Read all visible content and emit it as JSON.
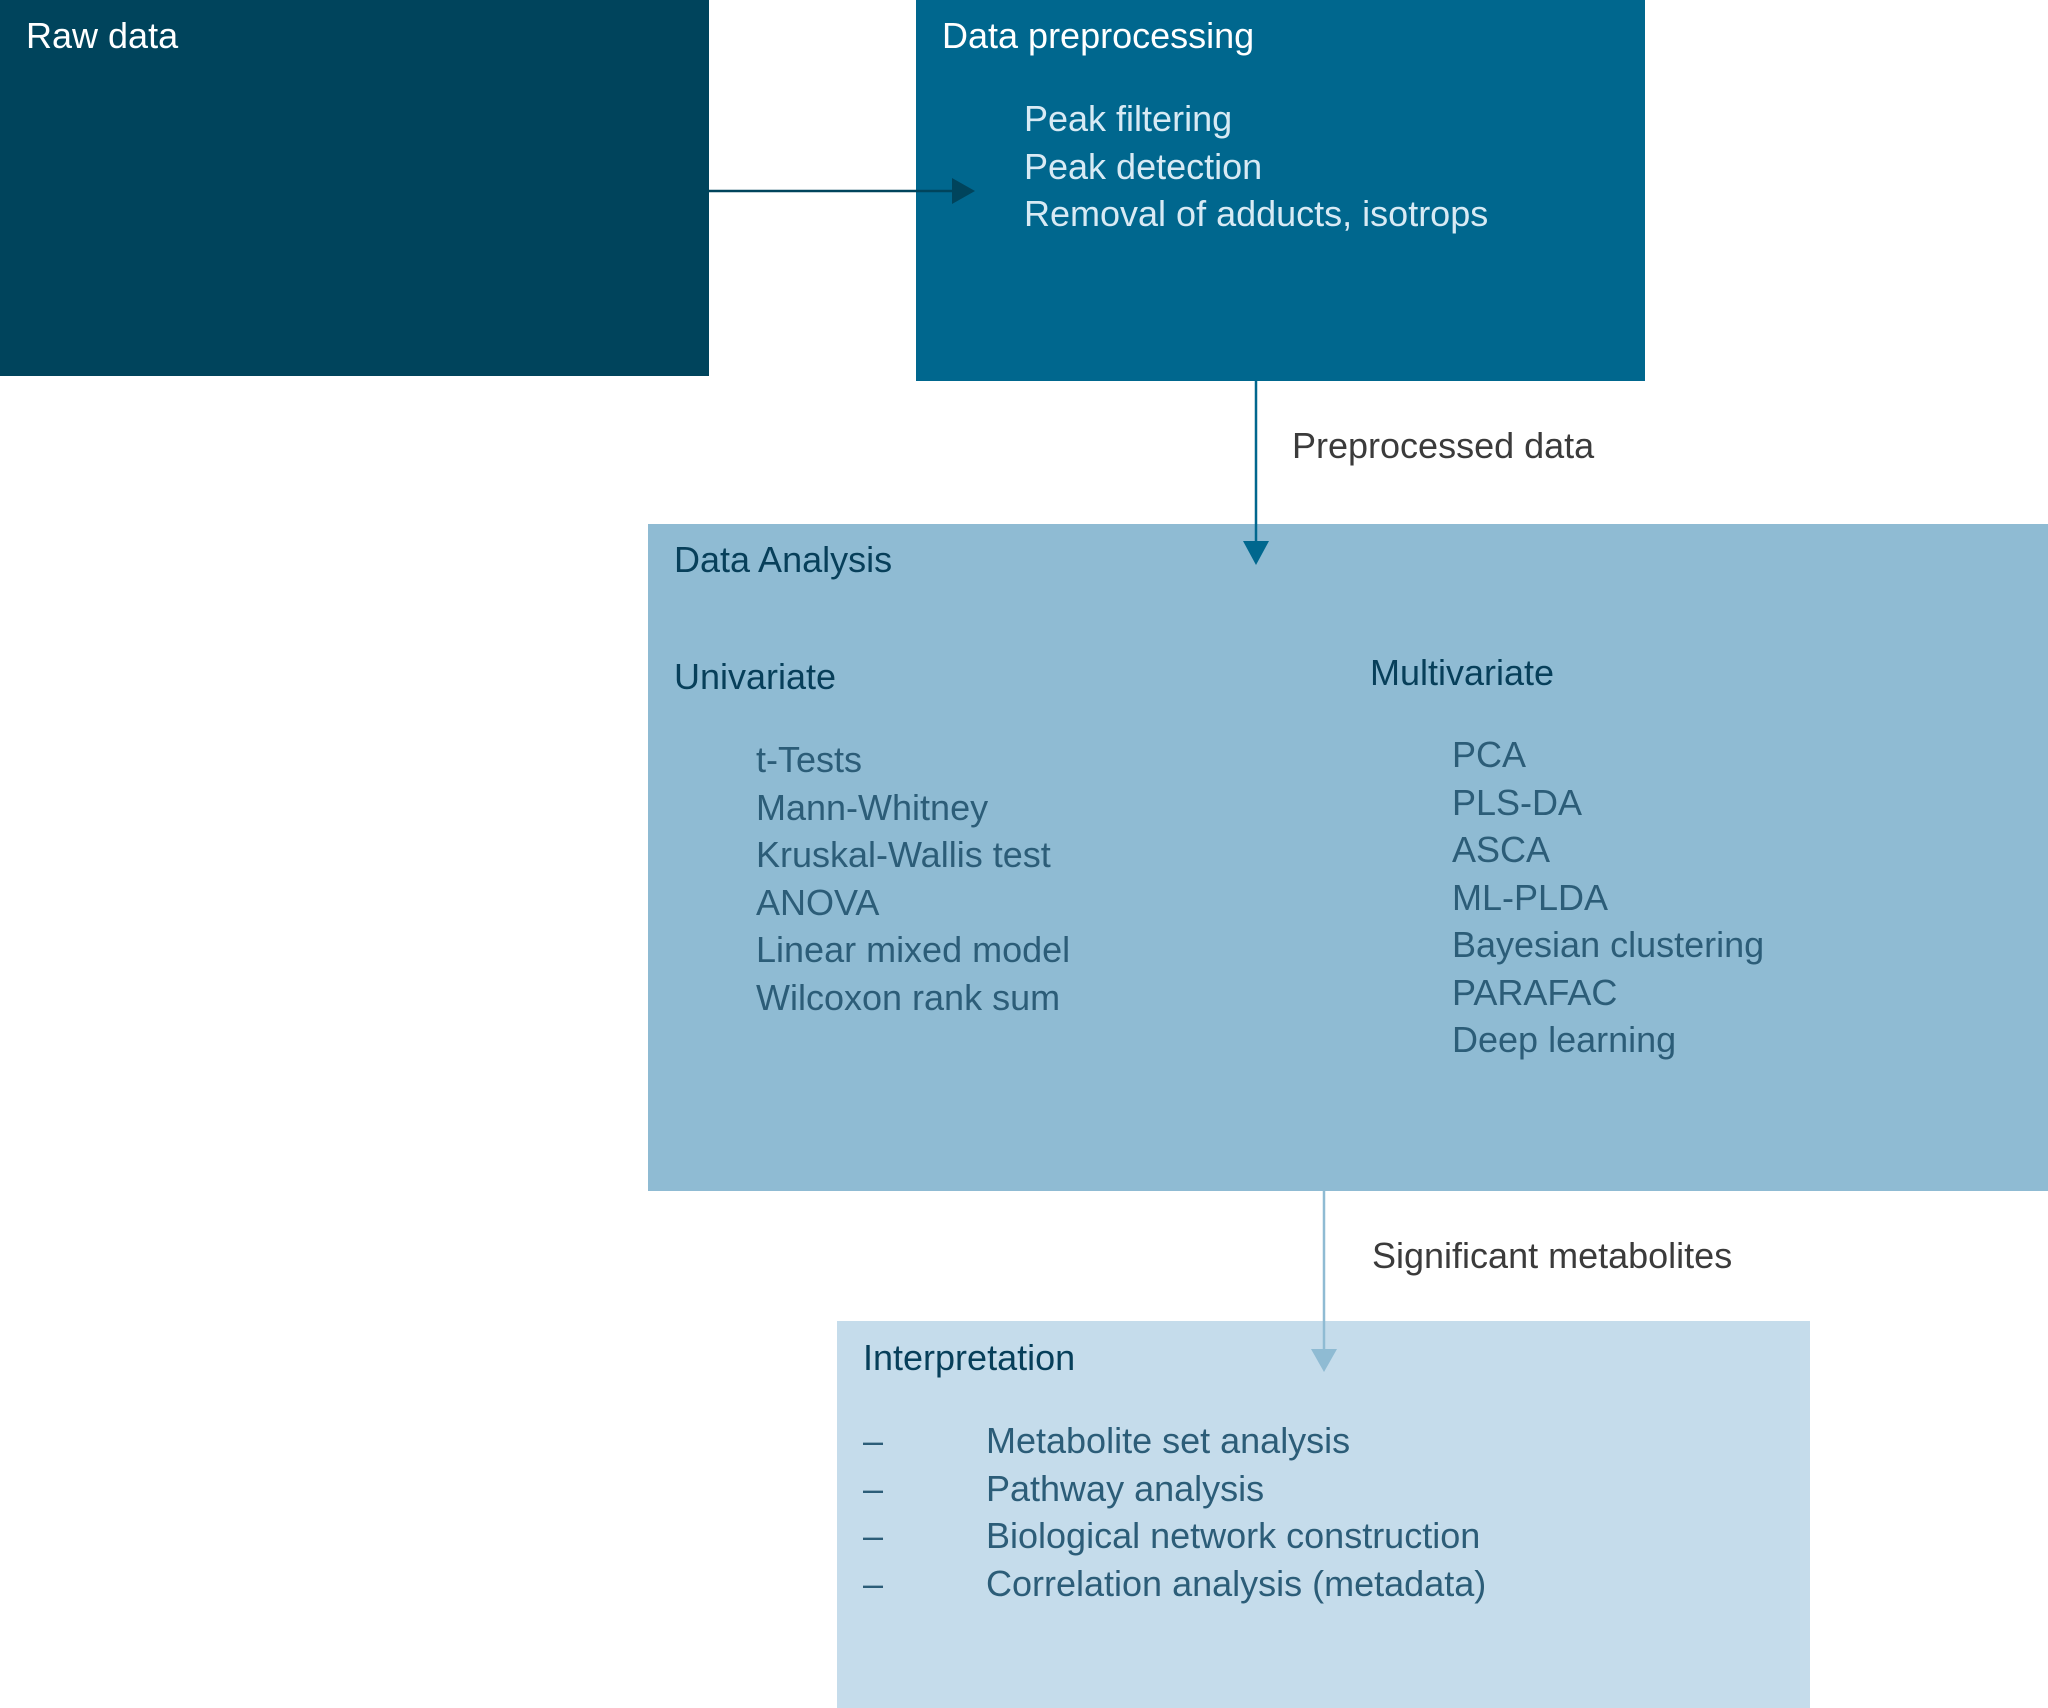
{
  "raw_data": {
    "title": "Raw data"
  },
  "preprocessing": {
    "title": "Data preprocessing",
    "items": [
      "Peak filtering",
      "Peak detection",
      "Removal of adducts, isotrops"
    ]
  },
  "edge_preprocessed": {
    "label": "Preprocessed data"
  },
  "analysis": {
    "title": "Data Analysis",
    "univariate": {
      "title": "Univariate",
      "items": [
        "t-Tests",
        "Mann-Whitney",
        "Kruskal-Wallis test",
        "ANOVA",
        "Linear mixed model",
        "Wilcoxon rank sum"
      ]
    },
    "multivariate": {
      "title": "Multivariate",
      "items": [
        "PCA",
        "PLS-DA",
        "ASCA",
        "ML-PLDA",
        "Bayesian clustering",
        "PARAFAC",
        "Deep learning"
      ]
    }
  },
  "edge_significant": {
    "label": "Significant metabolites"
  },
  "interpretation": {
    "title": "Interpretation",
    "bullet": "–",
    "items": [
      "Metabolite set analysis",
      "Pathway analysis",
      "Biological network construction",
      "Correlation analysis (metadata)"
    ]
  },
  "colors": {
    "raw_box": "#00445c",
    "preprocessing_box": "#00678e",
    "analysis_box": "#8fbbd3",
    "interpretation_box": "#c5dceb"
  }
}
